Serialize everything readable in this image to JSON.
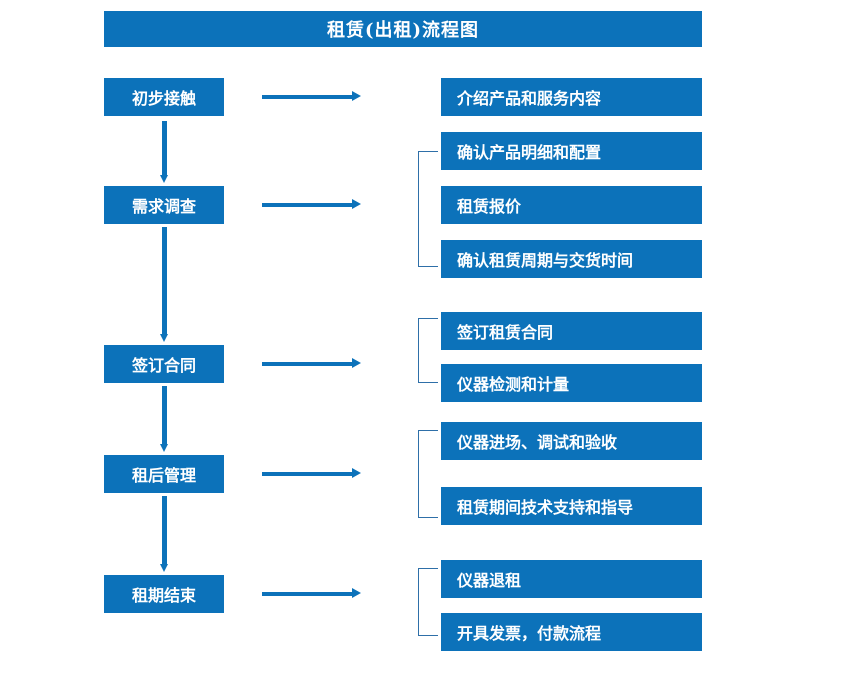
{
  "title": "租赁(出租)流程图",
  "theme": {
    "box_fill": "#0C72BA",
    "box_text": "#FFFFFF",
    "arrow": "#0C72BA",
    "bracket": "#2E6FA8",
    "background": "#FFFFFF"
  },
  "chart_data": {
    "type": "diagram",
    "title": "租赁(出租)流程图",
    "stages": [
      {
        "label": "初步接触",
        "details": [
          "介绍产品和服务内容"
        ]
      },
      {
        "label": "需求调查",
        "details": [
          "确认产品明细和配置",
          "租赁报价",
          "确认租赁周期与交货时间"
        ]
      },
      {
        "label": "签订合同",
        "details": [
          "签订租赁合同",
          "仪器检测和计量"
        ]
      },
      {
        "label": "租后管理",
        "details": [
          "仪器进场、调试和验收",
          "租赁期间技术支持和指导"
        ]
      },
      {
        "label": "租期结束",
        "details": [
          "仪器退租",
          "开具发票，付款流程"
        ]
      }
    ]
  },
  "stages": {
    "s0": {
      "label": "初步接触"
    },
    "s1": {
      "label": "需求调查"
    },
    "s2": {
      "label": "签订合同"
    },
    "s3": {
      "label": "租后管理"
    },
    "s4": {
      "label": "租期结束"
    }
  },
  "details": {
    "d0_0": {
      "label": "介绍产品和服务内容"
    },
    "d1_0": {
      "label": "确认产品明细和配置"
    },
    "d1_1": {
      "label": "租赁报价"
    },
    "d1_2": {
      "label": "确认租赁周期与交货时间"
    },
    "d2_0": {
      "label": "签订租赁合同"
    },
    "d2_1": {
      "label": "仪器检测和计量"
    },
    "d3_0": {
      "label": "仪器进场、调试和验收"
    },
    "d3_1": {
      "label": "租赁期间技术支持和指导"
    },
    "d4_0": {
      "label": "仪器退租"
    },
    "d4_1": {
      "label": "开具发票，付款流程"
    }
  }
}
